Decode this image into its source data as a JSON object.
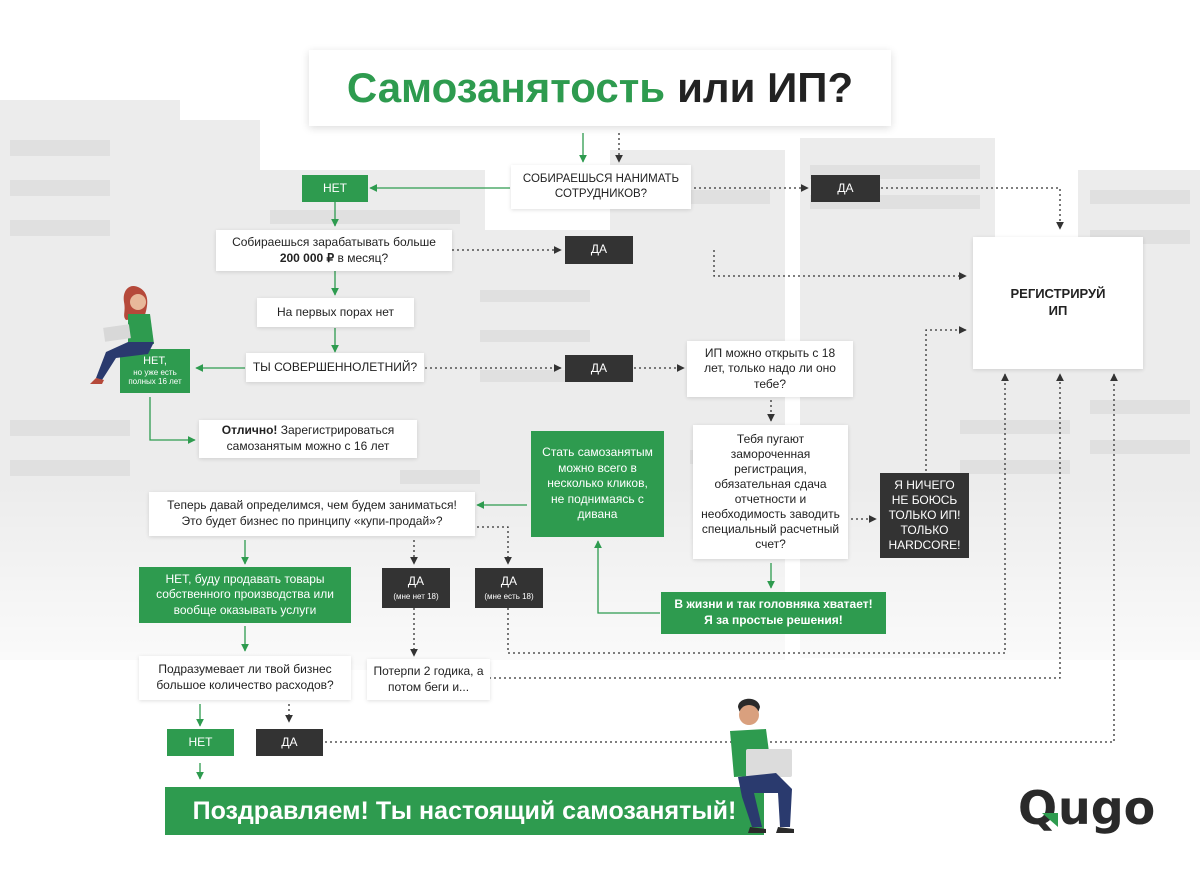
{
  "title": {
    "accent": "Самозанятость",
    "rest": "или ИП?"
  },
  "nodes": {
    "q_hire": "СОБИРАЕШЬСЯ НАНИМАТЬ СОТРУДНИКОВ?",
    "no_1": "НЕТ",
    "yes_1": "ДА",
    "q_earn_pre": "Собираешься зарабатывать больше",
    "q_earn_bold": "200 000 ₽",
    "q_earn_post": " в месяц?",
    "yes_2": "ДА",
    "early_no": "На первых порах нет",
    "q_adult": "ТЫ СОВЕРШЕННОЛЕТНИЙ?",
    "no_adult": "НЕТ,",
    "no_adult_small": "но уже есть полных 16 лет",
    "yes_adult": "ДА",
    "ip_18": "ИП можно открыть с 18 лет, только надо ли оно тебе?",
    "register_ip": "РЕГИСТРИРУЙ ИП",
    "great_bold": "Отлично!",
    "great_rest": " Зарегистрироваться самозанятым можно с 16 лет",
    "easy": "Стать самозанятым можно всего в несколько кликов, не поднимаясь с дивана",
    "scared": "Тебя пугают замороченная регистрация, обязательная сдача отчетности и необходимость заводить специальный расчетный счет?",
    "hardcore": "Я НИЧЕГО НЕ БОЮСЬ ТОЛЬКО ИП! ТОЛЬКО HARDCORE!",
    "q_business": "Теперь давай определимся, чем будем заниматься! Это будет бизнес по принципу «купи-продай»?",
    "own_products": "НЕТ, буду продавать товары собственного производства или вообще оказывать услуги",
    "yes_under": "ДА",
    "yes_under_small": "(мне нет 18)",
    "yes_over": "ДА",
    "yes_over_small": "(мне есть 18)",
    "simple": "В жизни и так головняка хватает! Я за простые решения!",
    "q_expenses": "Подразумевает ли твой бизнес большое количество расходов?",
    "wait": "Потерпи 2 годика, а потом беги и...",
    "no_exp": "НЕТ",
    "yes_exp": "ДА",
    "final": "Поздравляем! Ты настоящий самозанятый!"
  },
  "logo": {
    "left": "Q",
    "right": "ugo"
  },
  "colors": {
    "accent": "#2e9b4f",
    "dark": "#333333",
    "light_text": "#ffffff"
  }
}
